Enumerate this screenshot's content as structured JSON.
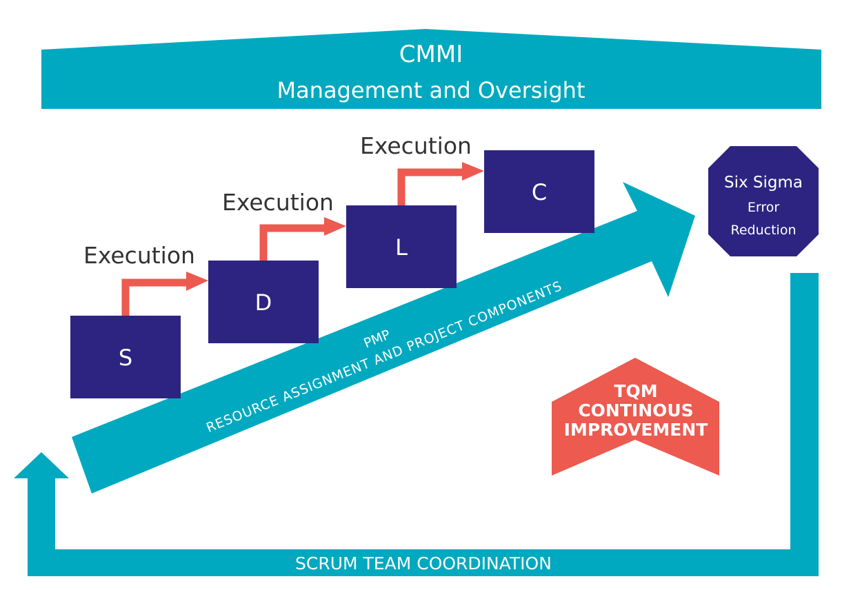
{
  "colors": {
    "teal": "#00A9BF",
    "navy": "#2D2481",
    "coral": "#EC5A50",
    "white": "#FFFFFF",
    "text_dark": "#333333"
  },
  "cmmi": {
    "title": "CMMI",
    "subtitle": "Management and Oversight"
  },
  "steps": [
    {
      "label": "S"
    },
    {
      "label": "D"
    },
    {
      "label": "L"
    },
    {
      "label": "C"
    }
  ],
  "execution_labels": [
    "Execution",
    "Execution",
    "Execution"
  ],
  "pmp": {
    "line1": "PMP",
    "line2": "RESOURCE ASSIGNMENT AND PROJECT COMPONENTS"
  },
  "six_sigma": {
    "title": "Six Sigma",
    "line2": "Error",
    "line3": "Reduction"
  },
  "tqm": {
    "line1": "TQM",
    "line2": "CONTINOUS",
    "line3": "IMPROVEMENT"
  },
  "scrum": {
    "label": "SCRUM TEAM COORDINATION"
  }
}
